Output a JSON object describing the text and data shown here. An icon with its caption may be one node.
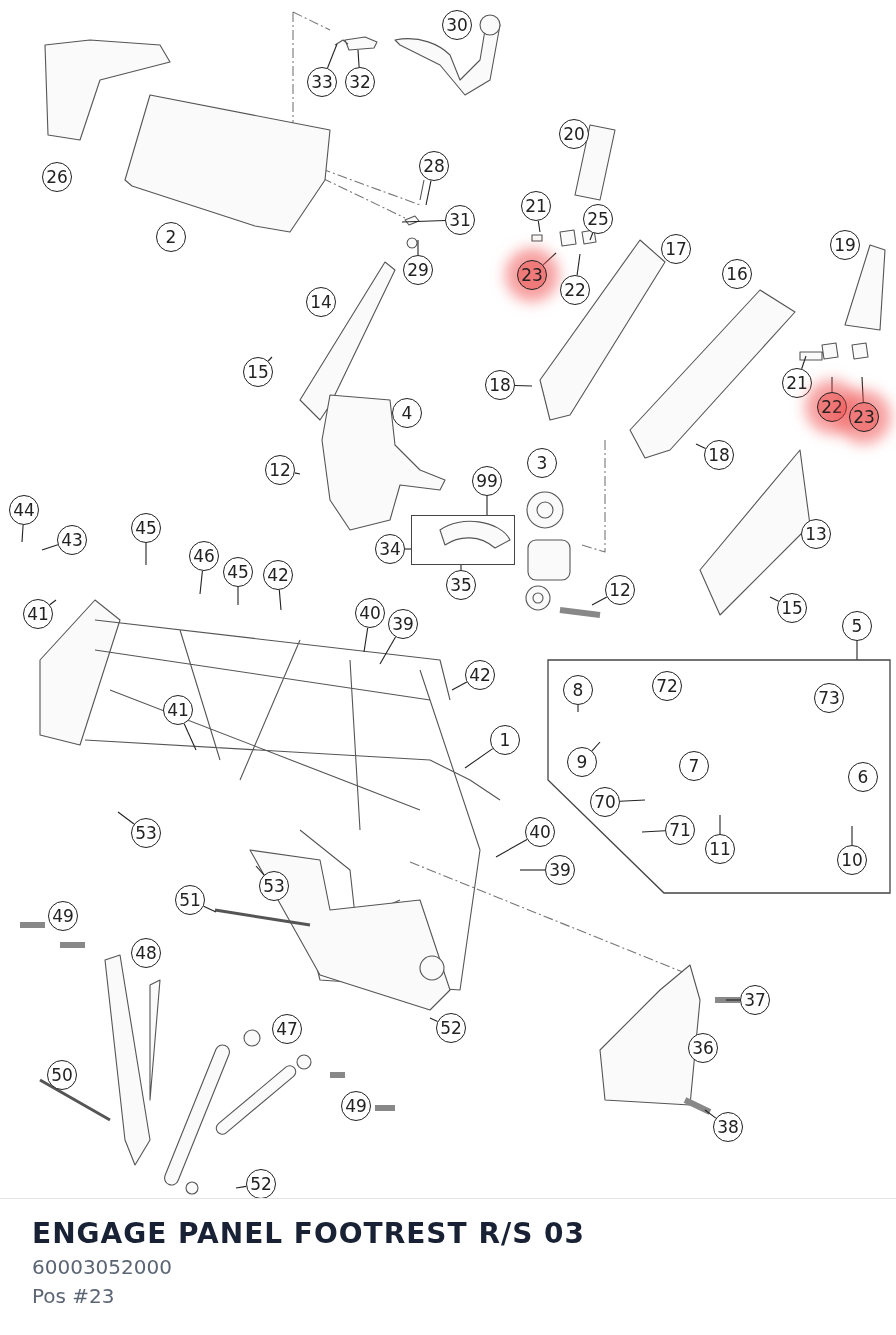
{
  "diagram": {
    "title": "ENGAGE PANEL FOOTREST R/S 03",
    "nodes": [
      {
        "text": [
          "33"
        ]
      },
      {
        "text": [
          "32"
        ]
      },
      {
        "text": [
          "28"
        ]
      },
      {
        "text": [
          "31"
        ]
      },
      {
        "text": [
          "21"
        ]
      },
      {
        "text": [
          "25"
        ]
      },
      {
        "text": [
          "29"
        ]
      },
      {
        "text": [
          "23"
        ]
      },
      {
        "text": [
          "22"
        ]
      },
      {
        "text": [
          "15"
        ]
      },
      {
        "text": [
          "18"
        ]
      },
      {
        "text": [
          "21"
        ]
      },
      {
        "text": [
          "22"
        ]
      },
      {
        "text": [
          "23"
        ]
      },
      {
        "text": [
          "12"
        ]
      },
      {
        "text": [
          "18"
        ]
      },
      {
        "text": [
          "99"
        ]
      },
      {
        "text": [],
        "shape": "box"
      },
      {
        "text": [
          "34"
        ]
      },
      {
        "text": [
          "35"
        ]
      },
      {
        "text": [
          "12"
        ]
      },
      {
        "text": [
          "15"
        ]
      },
      {
        "text": [
          "5"
        ]
      },
      {
        "text": [],
        "shape": "box"
      },
      {
        "text": [
          "8"
        ],
        "in": 23
      },
      {
        "text": [
          "9"
        ],
        "in": 23
      },
      {
        "text": [
          "70"
        ],
        "in": 23
      },
      {
        "text": [
          "71"
        ],
        "in": 23
      },
      {
        "text": [
          "11"
        ],
        "in": 23
      },
      {
        "text": [
          "10"
        ],
        "in": 23
      },
      {
        "text": [
          "44"
        ]
      },
      {
        "text": [
          "43"
        ]
      },
      {
        "text": [
          "45"
        ]
      },
      {
        "text": [
          "46"
        ]
      },
      {
        "text": [
          "45"
        ]
      },
      {
        "text": [
          "42"
        ]
      },
      {
        "text": [
          "41"
        ]
      },
      {
        "text": [
          "40"
        ]
      },
      {
        "text": [
          "39"
        ]
      },
      {
        "text": [
          "42"
        ]
      },
      {
        "text": [
          "1"
        ]
      },
      {
        "text": [
          "41"
        ]
      },
      {
        "text": [
          "53"
        ]
      },
      {
        "text": [
          "40"
        ]
      },
      {
        "text": [
          "39"
        ]
      },
      {
        "text": [
          "53"
        ]
      },
      {
        "text": [
          "51"
        ]
      },
      {
        "text": [
          "52"
        ]
      },
      {
        "text": [
          "37"
        ]
      },
      {
        "text": [
          "38"
        ]
      },
      {
        "text": [
          "52"
        ]
      },
      {
        "text": [
          "30"
        ]
      },
      {
        "text": [
          "26"
        ]
      },
      {
        "text": [
          "20"
        ]
      },
      {
        "text": [
          "2"
        ]
      },
      {
        "text": [
          "17"
        ]
      },
      {
        "text": [
          "19"
        ]
      },
      {
        "text": [
          "14"
        ]
      },
      {
        "text": [
          "16"
        ]
      },
      {
        "text": [
          "4"
        ]
      },
      {
        "text": [
          "3"
        ]
      },
      {
        "text": [
          "13"
        ]
      },
      {
        "text": [
          "72"
        ],
        "in": 23
      },
      {
        "text": [
          "73"
        ],
        "in": 23
      },
      {
        "text": [
          "7"
        ],
        "in": 23
      },
      {
        "text": [
          "6"
        ],
        "in": 23
      },
      {
        "text": [
          "49"
        ]
      },
      {
        "text": [
          "48"
        ]
      },
      {
        "text": [
          "47"
        ]
      },
      {
        "text": [
          "50"
        ]
      },
      {
        "text": [
          "36"
        ]
      },
      {
        "text": [
          "49"
        ]
      }
    ],
    "edges": [
      {
        "from": 0,
        "to": null,
        "arrow": "none"
      },
      {
        "from": 1,
        "to": null,
        "arrow": "none"
      },
      {
        "from": 2,
        "to": null,
        "arrow": "none"
      },
      {
        "from": 3,
        "to": null,
        "arrow": "none"
      },
      {
        "from": 4,
        "to": null,
        "arrow": "none"
      },
      {
        "from": 5,
        "to": null,
        "arrow": "none"
      },
      {
        "from": 6,
        "to": null,
        "arrow": "none"
      },
      {
        "from": 7,
        "to": null,
        "arrow": "none"
      },
      {
        "from": 8,
        "to": null,
        "arrow": "none"
      },
      {
        "from": 9,
        "to": null,
        "arrow": "none"
      },
      {
        "from": 10,
        "to": null,
        "arrow": "none"
      },
      {
        "from": 11,
        "to": null,
        "arrow": "none"
      },
      {
        "from": 12,
        "to": null,
        "arrow": "none"
      },
      {
        "from": 13,
        "to": null,
        "arrow": "none"
      },
      {
        "from": 14,
        "to": null,
        "arrow": "none"
      },
      {
        "from": 15,
        "to": null,
        "arrow": "none"
      },
      {
        "from": 16,
        "to": 17,
        "arrow": "none"
      },
      {
        "from": 18,
        "to": 17,
        "arrow": "none"
      },
      {
        "from": 19,
        "to": 17,
        "arrow": "none"
      },
      {
        "from": 20,
        "to": null,
        "arrow": "none"
      },
      {
        "from": 21,
        "to": null,
        "arrow": "none"
      },
      {
        "from": 22,
        "to": 23,
        "arrow": "none"
      },
      {
        "from": 24,
        "to": null,
        "arrow": "none"
      },
      {
        "from": 25,
        "to": null,
        "arrow": "none"
      },
      {
        "from": 26,
        "to": null,
        "arrow": "none"
      },
      {
        "from": 27,
        "to": null,
        "arrow": "none"
      },
      {
        "from": 28,
        "to": null,
        "arrow": "none"
      },
      {
        "from": 29,
        "to": null,
        "arrow": "none"
      },
      {
        "from": 30,
        "to": null,
        "arrow": "none"
      },
      {
        "from": 31,
        "to": null,
        "arrow": "none"
      },
      {
        "from": 32,
        "to": null,
        "arrow": "none"
      },
      {
        "from": 33,
        "to": null,
        "arrow": "none"
      },
      {
        "from": 34,
        "to": null,
        "arrow": "none"
      },
      {
        "from": 35,
        "to": null,
        "arrow": "none"
      },
      {
        "from": 36,
        "to": null,
        "arrow": "none"
      },
      {
        "from": 37,
        "to": null,
        "arrow": "none"
      },
      {
        "from": 38,
        "to": null,
        "arrow": "none"
      },
      {
        "from": 39,
        "to": null,
        "arrow": "none"
      },
      {
        "from": 40,
        "to": null,
        "arrow": "none"
      },
      {
        "from": 41,
        "to": null,
        "arrow": "none"
      },
      {
        "from": 42,
        "to": null,
        "arrow": "none"
      },
      {
        "from": 43,
        "to": null,
        "arrow": "none"
      },
      {
        "from": 44,
        "to": null,
        "arrow": "none"
      },
      {
        "from": 45,
        "to": null,
        "arrow": "none"
      },
      {
        "from": 46,
        "to": null,
        "arrow": "none"
      },
      {
        "from": 47,
        "to": null,
        "arrow": "none"
      },
      {
        "from": 48,
        "to": null,
        "arrow": "none"
      },
      {
        "from": 49,
        "to": null,
        "arrow": "none"
      },
      {
        "from": 50,
        "to": null,
        "arrow": "none"
      }
    ],
    "labels": [
      "60003052000",
      "Pos #23"
    ]
  }
}
